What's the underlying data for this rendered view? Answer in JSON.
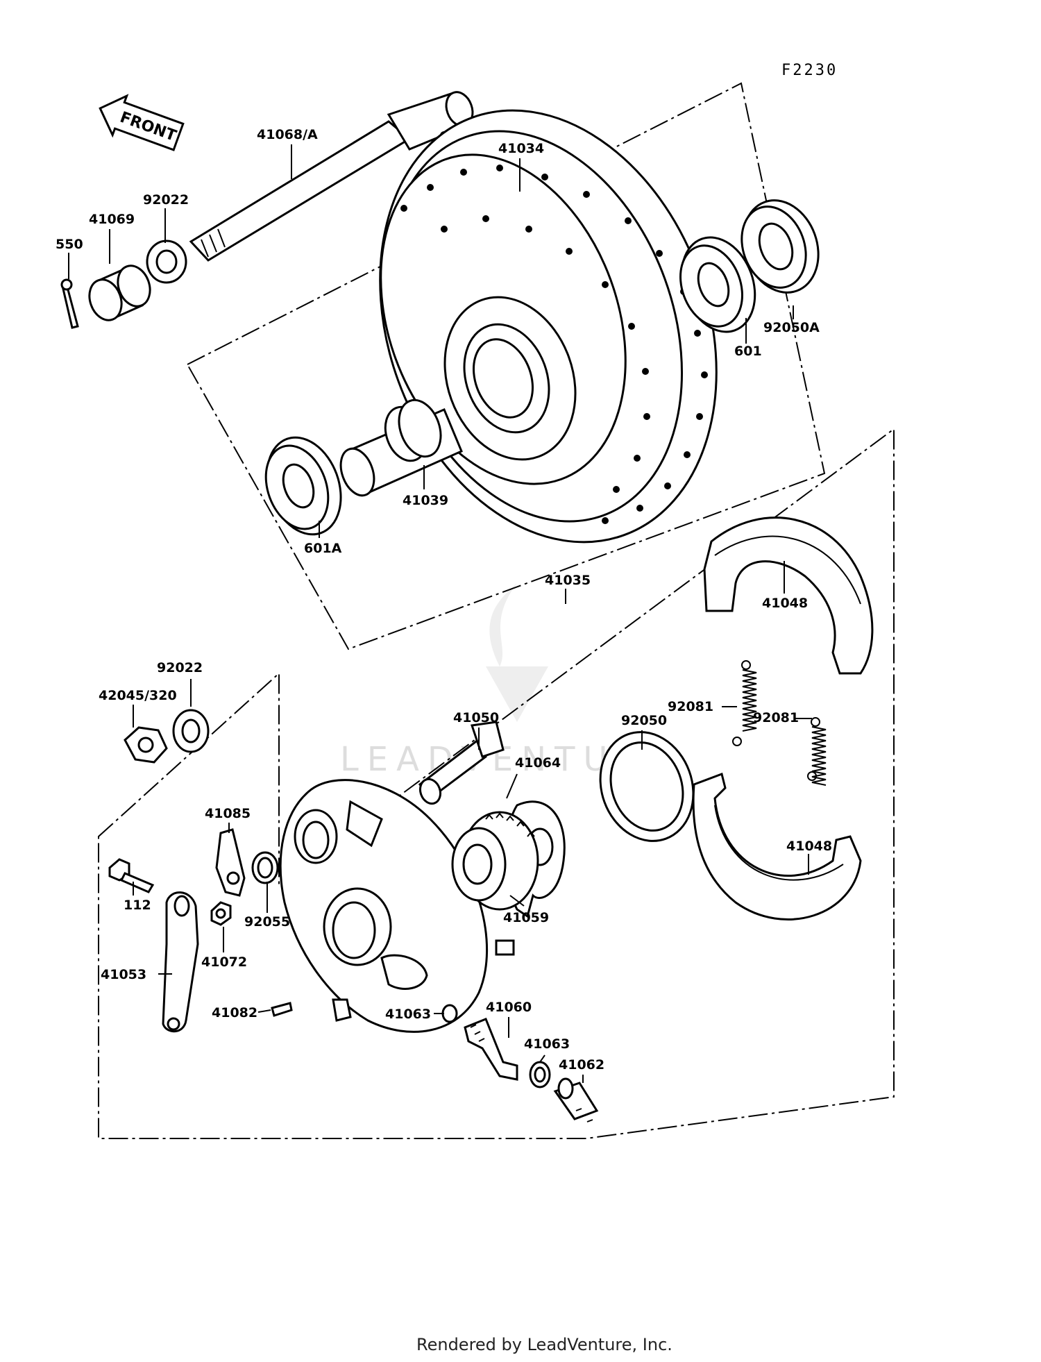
{
  "figure_code": "F2230",
  "front_arrow_label": "FRONT",
  "labels": {
    "p41068A": "41068/A",
    "p41034": "41034",
    "p41069": "41069",
    "p92022_top": "92022",
    "p550": "550",
    "p601": "601",
    "p92050A": "92050A",
    "p41039": "41039",
    "p601A": "601A",
    "p41035": "41035",
    "p41048_top": "41048",
    "p92022_mid": "92022",
    "p42045_320": "42045/320",
    "p41050": "41050",
    "p41064": "41064",
    "p92050": "92050",
    "p92081_a": "92081",
    "p92081_b": "92081",
    "p41085": "41085",
    "p112": "112",
    "p92055": "92055",
    "p41072": "41072",
    "p41053": "41053",
    "p41059": "41059",
    "p41048_bottom": "41048",
    "p41082": "41082",
    "p41063_a": "41063",
    "p41060": "41060",
    "p41063_b": "41063",
    "p41062": "41062"
  },
  "watermark": "LEADVENTURE",
  "footer": "Rendered by LeadVenture, Inc."
}
